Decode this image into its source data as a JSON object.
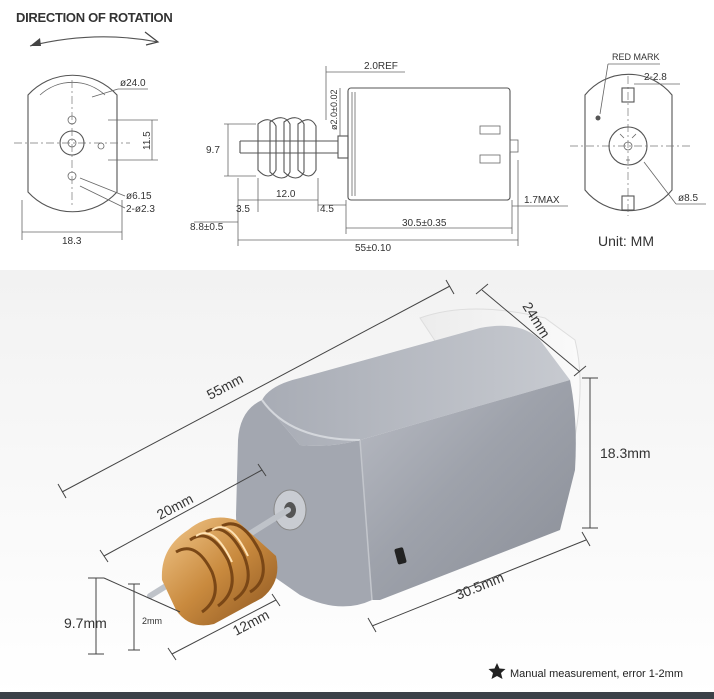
{
  "drawing": {
    "title": "DIRECTION OF ROTATION",
    "unit_label": "Unit: MM",
    "front_view": {
      "dia_outer": "ø24.0",
      "height_flat": "11.5",
      "dia_boss": "ø6.15",
      "holes": "2-ø2.3",
      "width": "18.3"
    },
    "side_view": {
      "ref": "2.0REF",
      "shaft_dia": "ø2.0±0.02",
      "gear_height": "9.7",
      "gear_length": "12.0",
      "gap_left": "3.5",
      "gap_right": "4.5",
      "offset": "8.8±0.5",
      "body_length": "30.5±0.35",
      "total_length": "55±0.10",
      "max_protrusion": "1.7MAX"
    },
    "rear_view": {
      "red_mark": "RED MARK",
      "terminal": "2-2.8",
      "dia_rear": "ø8.5"
    }
  },
  "photo": {
    "dims": {
      "total": "55mm",
      "width": "24mm",
      "height": "18.3mm",
      "gear": "20mm",
      "body": "30.5mm",
      "gear_dia": "9.7mm",
      "gap": "2mm",
      "gear_len": "12mm"
    },
    "note_icon": "star-icon",
    "note": "Manual measurement, error 1-2mm"
  }
}
